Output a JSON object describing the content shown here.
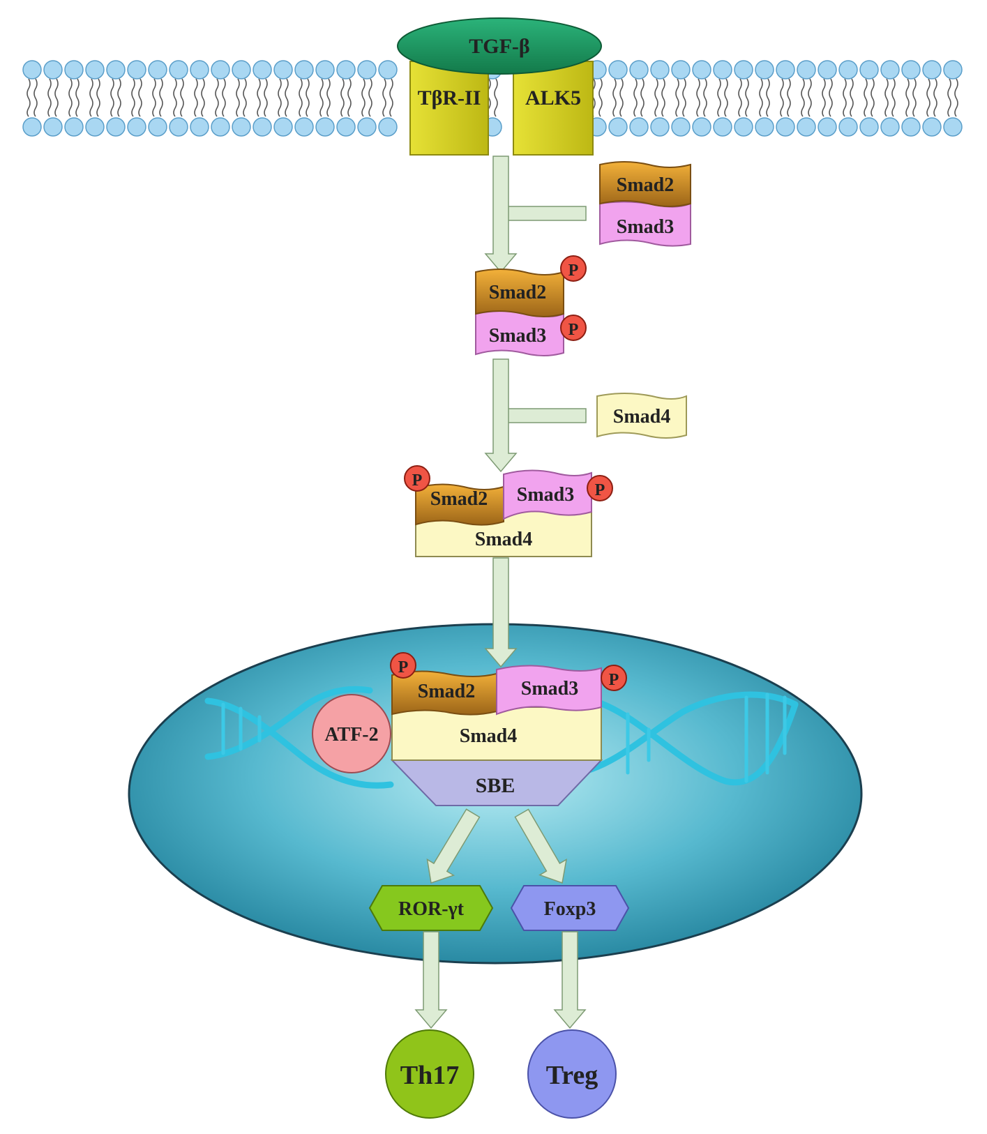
{
  "ligand": {
    "label": "TGF-β",
    "color": "#1f9a62"
  },
  "receptors": {
    "type2": {
      "label": "TβR-II"
    },
    "type1": {
      "label": "ALK5"
    },
    "color": "#d4cf1f"
  },
  "membrane": {
    "head_color": "#a9d7f2",
    "head_stroke": "#5a9ec9"
  },
  "smads": {
    "smad2": "Smad2",
    "smad3": "Smad3",
    "smad4": "Smad4",
    "phospho": "P",
    "colors": {
      "smad2": "#d68f1f",
      "smad3": "#f1a3ee",
      "smad4": "#fcf8c4",
      "phospho": "#f05545"
    }
  },
  "nucleus": {
    "cofactor": "ATF-2",
    "element": "SBE",
    "color": "#2f9ab8"
  },
  "targets": [
    {
      "gene": "ROR-γt",
      "cell": "Th17",
      "color": "#86c81e"
    },
    {
      "gene": "Foxp3",
      "cell": "Treg",
      "color": "#8e97f0"
    }
  ],
  "arrow_color": "#ddecd5"
}
